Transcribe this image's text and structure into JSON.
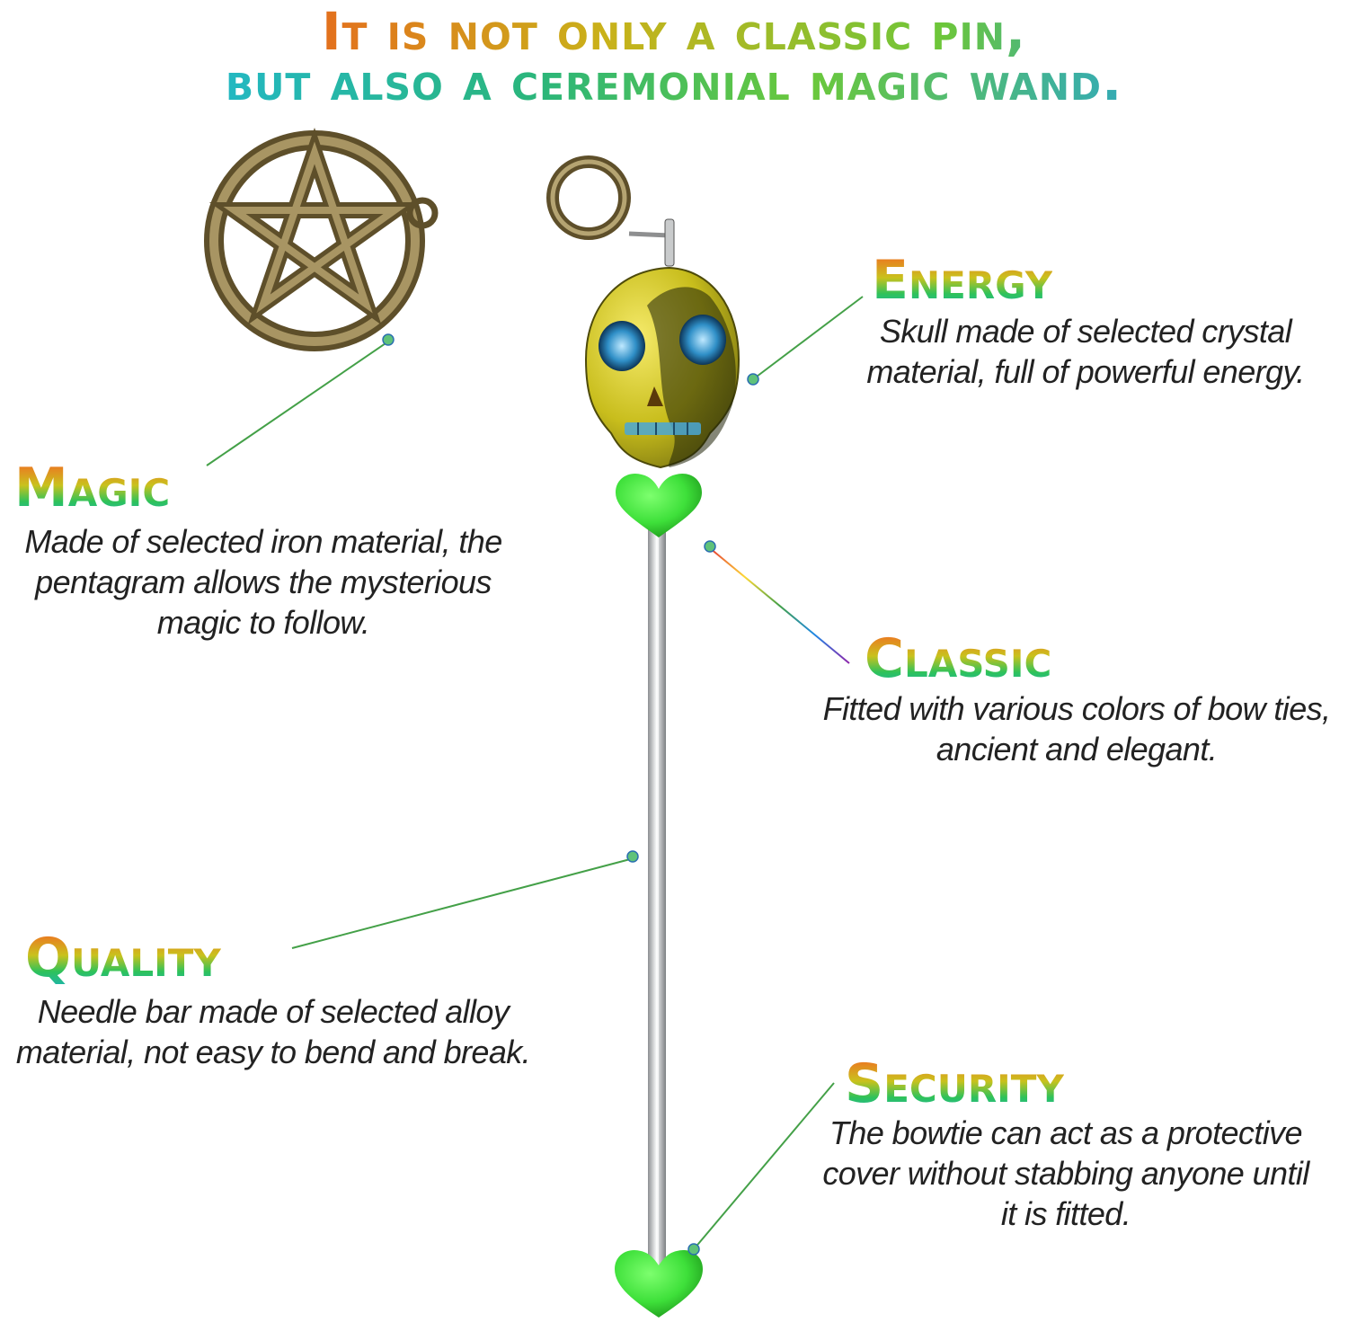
{
  "headline": {
    "line1": "It is not only a classic pin,",
    "line2": "but also a ceremonial magic wand."
  },
  "features": {
    "energy": {
      "title": "Energy",
      "lines": [
        "Skull made of selected crystal",
        "material, full of powerful energy."
      ]
    },
    "magic": {
      "title": "Magic",
      "lines": [
        "Made of selected iron material, the",
        "pentagram allows the mysterious",
        "magic to follow."
      ]
    },
    "classic": {
      "title": "Classic",
      "lines": [
        "Fitted with various colors of bow ties,",
        "ancient and elegant."
      ]
    },
    "quality": {
      "title": "Quality",
      "lines": [
        "Needle bar made of selected alloy",
        "material, not easy to bend and break."
      ]
    },
    "security": {
      "title": "Security",
      "lines": [
        "The bowtie can act as a protective",
        "cover without stabbing anyone until",
        "it is fitted."
      ]
    }
  },
  "colors": {
    "heart": "#3ee03a",
    "skull": "#c8bd1c",
    "pentagram": "#7d6a3a",
    "needle": "#c9cbcc"
  }
}
